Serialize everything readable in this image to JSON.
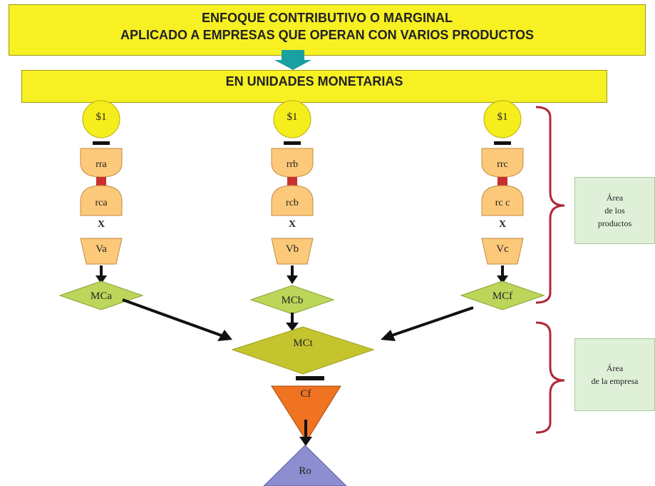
{
  "header": {
    "line1": "ENFOQUE CONTRIBUTIVO O MARGINAL",
    "line2": "APLICADO A EMPRESAS QUE OPERAN CON VARIOS PRODUCTOS",
    "subtitle": "EN UNIDADES MONETARIAS"
  },
  "columns": [
    {
      "coin": "$1",
      "upper": "rra",
      "lower": "rca",
      "op": "X",
      "sales": "Va",
      "margin": "MCa"
    },
    {
      "coin": "$1",
      "upper": "rrb",
      "lower": "rcb",
      "op": "X",
      "sales": "Vb",
      "margin": "MCb"
    },
    {
      "coin": "$1",
      "upper": "rrc",
      "lower": "rc c",
      "op": "X",
      "sales": "Vc",
      "margin": "MCf"
    }
  ],
  "totals": {
    "total_margin": "MCt",
    "fixed_cost": "Cf",
    "result": "Ro"
  },
  "areas": {
    "products": {
      "line1": "Área",
      "line2": "de los",
      "line3": "productos"
    },
    "company": {
      "line1": "Área",
      "line2": "de la empresa"
    }
  },
  "colors": {
    "banner": "#f7f023",
    "coin": "#f5ee1c",
    "ratio_shape": "#fcc97a",
    "connector": "#c9302c",
    "sales_shape": "#fcc97a",
    "margin_diamond": "#bcd65a",
    "total_diamond": "#c4c52e",
    "fixed_cost": "#f07322",
    "result": "#8c8ed0",
    "arrow_top": "#1aa0a0",
    "brace": "#b0283a",
    "area_box": "#dff0d8"
  }
}
